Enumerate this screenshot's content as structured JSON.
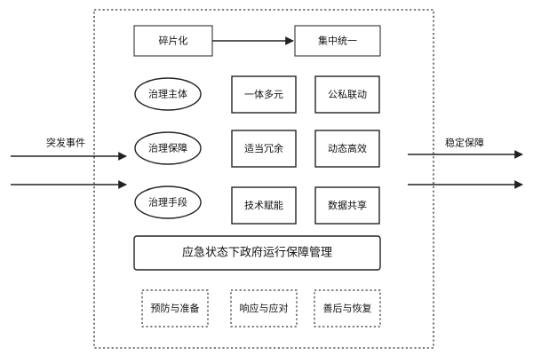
{
  "top_row": {
    "left": "碎片化",
    "right": "集中统一"
  },
  "rows": [
    {
      "oval": "治理主体",
      "box_a": "一体多元",
      "box_b": "公私联动"
    },
    {
      "oval": "治理保障",
      "box_a": "适当冗余",
      "box_b": "动态高效"
    },
    {
      "oval": "治理手段",
      "box_a": "技术赋能",
      "box_b": "数据共享"
    }
  ],
  "banner": "应急状态下政府运行保障管理",
  "phases": [
    "预防与准备",
    "响应与应对",
    "善后与恢复"
  ],
  "input_label": "突发事件",
  "output_label": "稳定保障"
}
